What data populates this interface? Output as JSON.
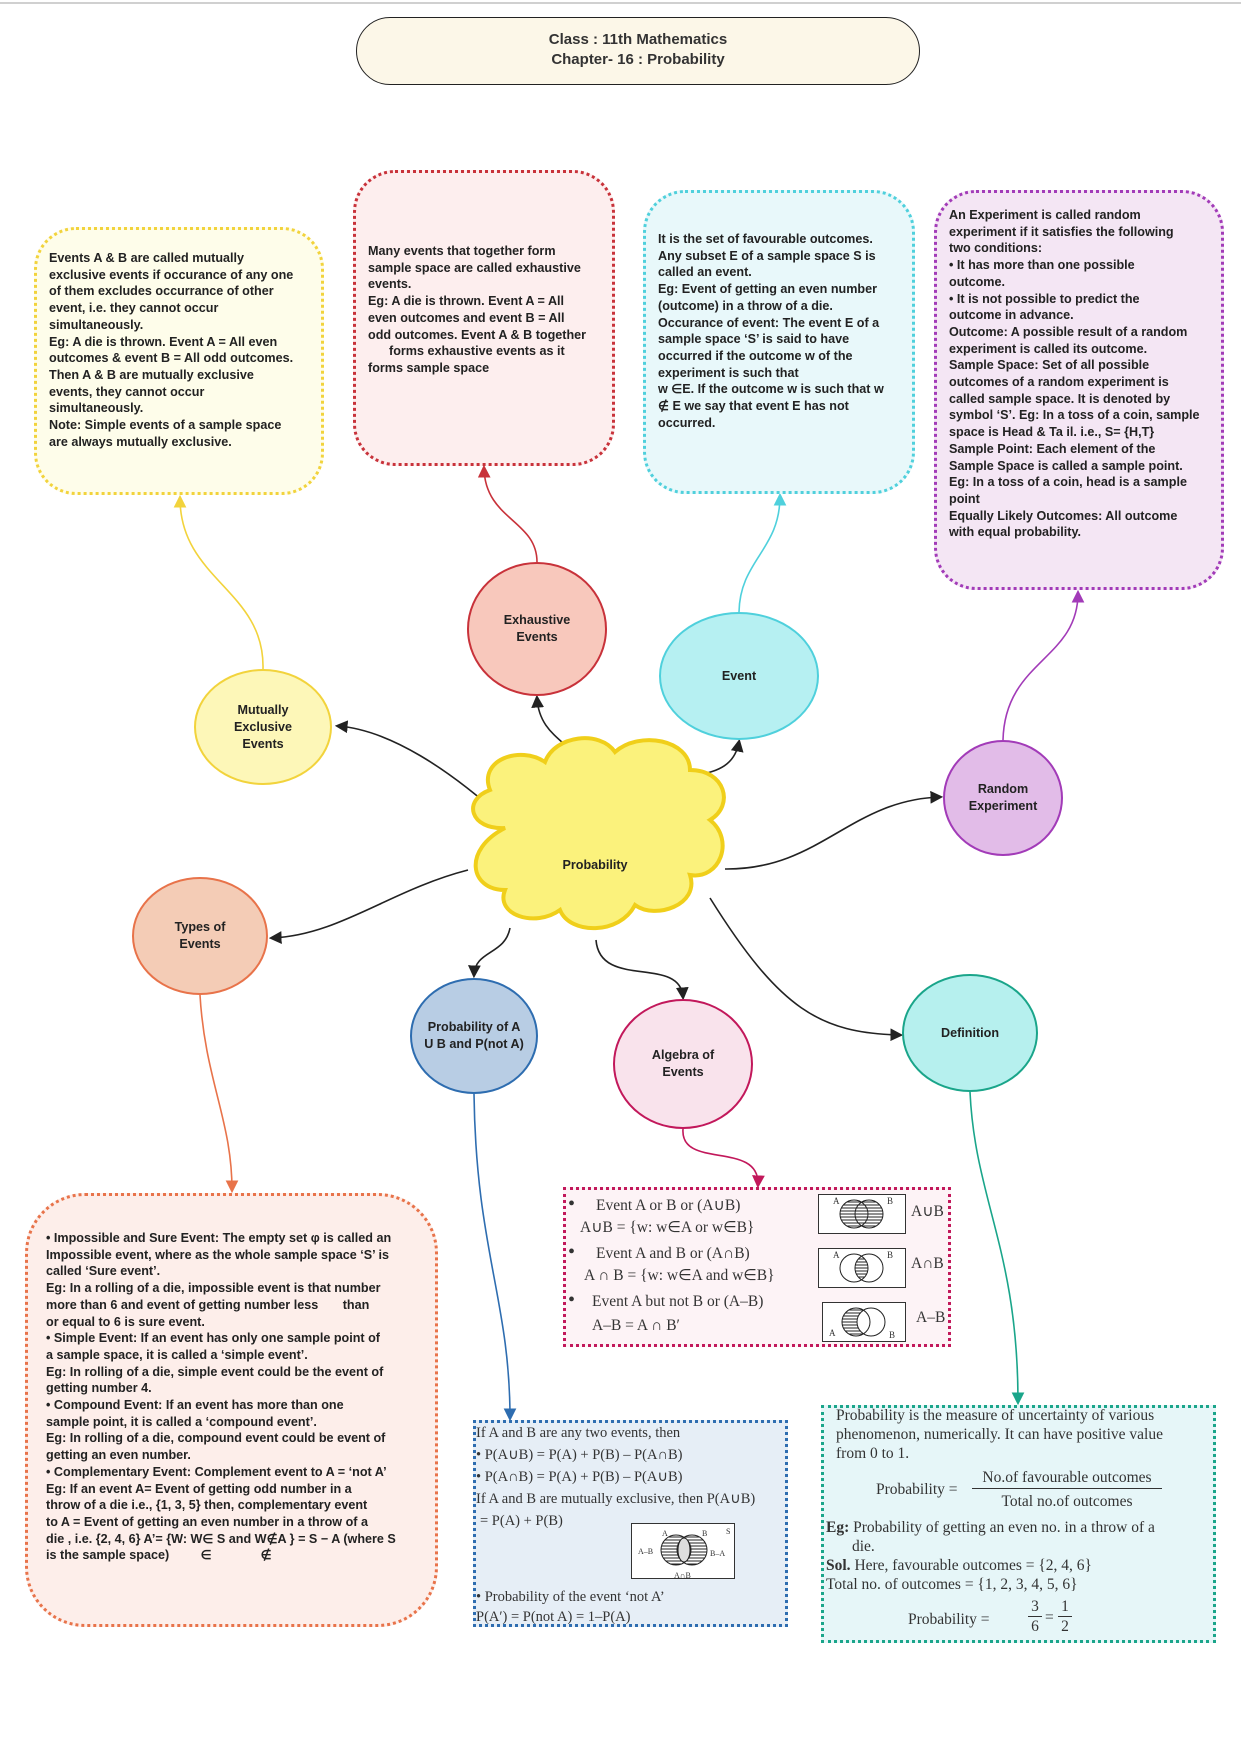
{
  "header": {
    "line1": "Class : 11th Mathematics",
    "line2": "Chapter- 16 : Probability"
  },
  "center": {
    "label": "Probability"
  },
  "nodes": {
    "mutually_exclusive": "Mutually Exclusive Events",
    "exhaustive": "Exhaustive Events",
    "event": "Event",
    "random_experiment": "Random Experiment",
    "types_of_events": "Types of Events",
    "probability_aub": "Probability of A U B and P(not A)",
    "algebra_of_events": "Algebra of Events",
    "definition": "Definition"
  },
  "colors": {
    "yellow": "#f2d33c",
    "red": "#c8323a",
    "cyan": "#4fd0dc",
    "purple": "#a23bb8",
    "orange": "#e8734a",
    "blue": "#2e6db0",
    "magenta": "#c2185b",
    "teal": "#1aa58a"
  },
  "mutually_exclusive_box": {
    "lines": [
      "Events A & B are called mutually",
      "exclusive events if occurance of any one",
      "of them excludes occurrance of other",
      "event, i.e. they cannot occur",
      "simultaneously.",
      "Eg: A die is thrown. Event A = All even",
      "outcomes & event B = All odd outcomes.",
      "Then A & B are mutually exclusive",
      "events, they cannot occur",
      "simultaneously.",
      "Note: Simple events of a sample space",
      "are always mutually exclusive."
    ]
  },
  "exhaustive_box": {
    "lines": [
      "Many events that together form",
      "sample space are called exhaustive",
      "events.",
      "Eg: A die is thrown. Event A = All",
      "even outcomes and event B = All",
      "odd outcomes. Event A & B together",
      "      forms exhaustive events as it",
      "forms sample space"
    ]
  },
  "event_box": {
    "lines": [
      "It is the set of favourable outcomes.",
      "Any subset E of a sample space S is",
      "called an event.",
      "Eg: Event of getting an even number",
      "(outcome) in a throw of a die.",
      "Occurance of event: The event E of a",
      "sample space ‘S’ is said to have",
      "occurred if the outcome w of the",
      "experiment is such that",
      "w ∈E. If the outcome w is such that w",
      "∉ E we say that event E has not",
      "occurred."
    ]
  },
  "random_experiment_box": {
    "lines": [
      "An Experiment is called random",
      "experiment if it satisfies the following",
      "two conditions:",
      "• It has more than one possible",
      "outcome.",
      "• It is not possible to predict the",
      "outcome in advance.",
      "Outcome: A possible result of a random",
      "experiment is called its outcome.",
      "Sample Space: Set of all possible",
      "outcomes of a random experiment is",
      "called sample space. It is denoted by",
      "symbol ‘S’. Eg: In a toss of a coin, sample",
      "space is Head & Ta il. i.e., S= {H,T}",
      "Sample Point: Each element of the",
      "Sample Space is called a sample point.",
      "Eg: In a toss of a coin, head is a sample",
      "point",
      "Equally Likely Outcomes: All outcome",
      "with equal probability."
    ]
  },
  "types_box": {
    "lines": [
      "• Impossible and Sure Event: The empty set φ is called an",
      "Impossible event, where as the whole sample space ‘S’ is",
      "called ‘Sure event’.",
      "Eg: In a rolling of a die, impossible event is that number",
      "more than 6 and event of getting number less       than",
      "or equal to 6 is sure event.",
      "• Simple Event: If an event has only one sample point of",
      "a sample space, it is called a ‘simple event’.",
      "Eg: In rolling of a die, simple event could be the event of",
      "getting number 4.",
      "• Compound Event: If an event has more than one",
      "sample point, it is called a ‘compound event’.",
      "Eg: In rolling of a die, compound event could be event of",
      "getting an even number.",
      "• Complementary Event: Complement event to A = ‘not A’",
      "Eg: If an event A= Event of getting odd number in a",
      "throw of a die i.e., {1, 3, 5} then, complementary event",
      "to A = Event of getting an even number in a throw of a",
      "die , i.e. {2, 4, 6} A’= {W: W∈ S and W∉A } = S − A (where S",
      "is the sample space)         ∈              ∉"
    ]
  },
  "algebra_box": {
    "lines": [
      "Event A or B or (A∪B)",
      "A∪B = {w: w∈A or w∈B}",
      "Event A and B or (A∩B)",
      "A ∩ B = {w: w∈A and w∈B}",
      "Event A but not B or (A–B)",
      "A–B = A ∩ B′"
    ],
    "venn_labels": [
      "A∪B",
      "A∩B",
      "A–B"
    ],
    "set_a": "A",
    "set_b": "B"
  },
  "aub_box": {
    "lines": [
      "If A and B are any two events, then",
      "• P(A∪B) = P(A) + P(B) – P(A∩B)",
      "• P(A∩B) = P(A) + P(B) – P(A∪B)",
      "If A and B are mutually exclusive, then P(A∪B)",
      " = P(A) + P(B)",
      "• Probability of the event ‘not A’",
      "P(A′) = P(not A) = 1–P(A)"
    ],
    "venn": {
      "s": "S",
      "a": "A",
      "b": "B",
      "a_minus_b": "A–B",
      "b_minus_a": "B–A",
      "a_and_b": "A∩B"
    }
  },
  "definition_box": {
    "lines": [
      "Probability is the measure of uncertainty of various",
      "phenomenon, numerically. It can have positive value",
      "from 0 to 1."
    ],
    "formula_label": "Probability =",
    "numerator": "No.of favourable outcomes",
    "denominator": "Total no.of outcomes",
    "eg_label": "Eg:",
    "eg_text": "Probability of getting an even no. in a throw of a",
    "eg_text2": "die.",
    "sol_label": "Sol.",
    "sol_text": "Here, favourable outcomes = {2, 4, 6}",
    "total_text": "Total no. of outcomes = {1, 2, 3, 4, 5, 6}",
    "result_label": "Probability =",
    "frac1_num": "3",
    "frac1_den": "6",
    "equals": "=",
    "frac2_num": "1",
    "frac2_den": "2"
  }
}
